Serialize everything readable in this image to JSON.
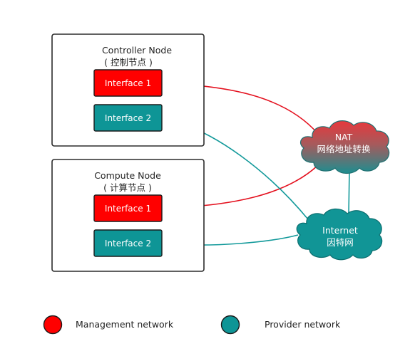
{
  "colors": {
    "management": "#ff0000",
    "provider": "#0e9596",
    "nat_top": "#e8383c",
    "nat_bottom": "#1c8e90"
  },
  "controller_node": {
    "title": "Controller Node",
    "subtitle": "( 控制节点 )",
    "interface_1": "Interface 1",
    "interface_2": "Interface 2"
  },
  "compute_node": {
    "title": "Compute Node",
    "subtitle": "( 计算节点 )",
    "interface_1": "Interface 1",
    "interface_2": "Interface 2"
  },
  "nat_cloud": {
    "label": "NAT",
    "sublabel": "网络地址转换",
    "icon": "cloud-icon"
  },
  "internet_cloud": {
    "label": "Internet",
    "sublabel": "因特网",
    "icon": "cloud-icon"
  },
  "legend": {
    "management": "Management network",
    "provider": "Provider network"
  }
}
